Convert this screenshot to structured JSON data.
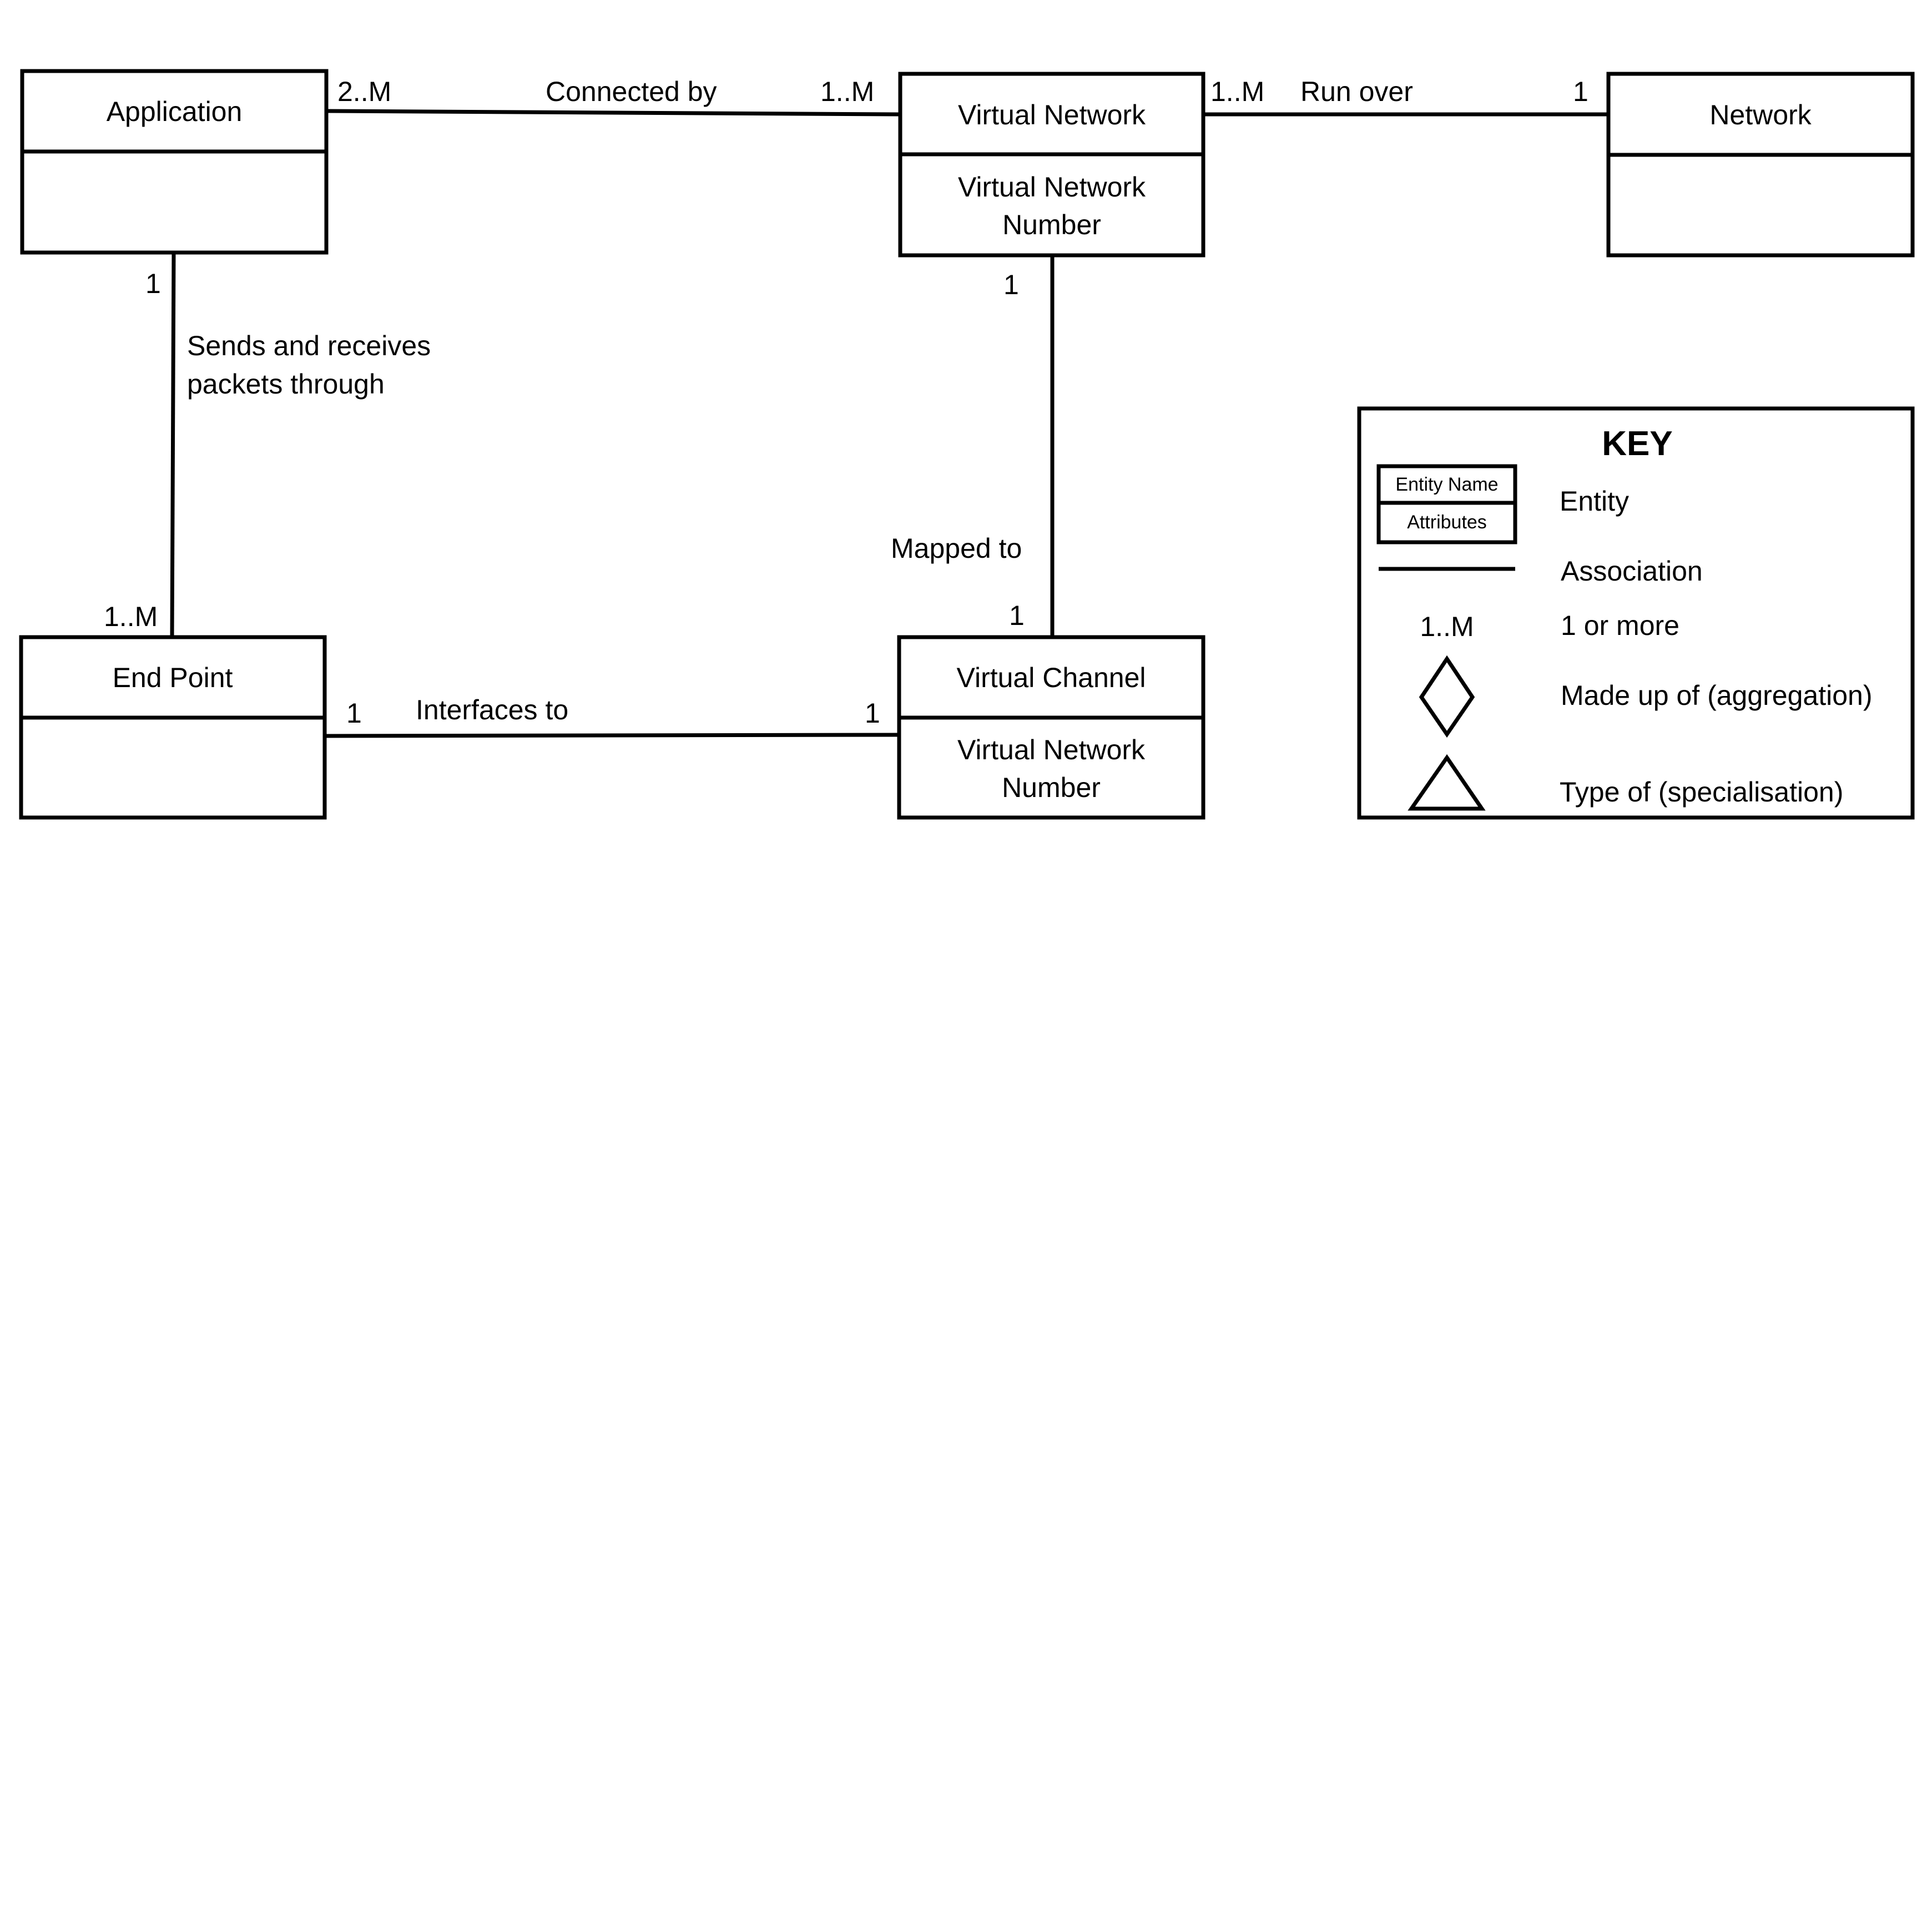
{
  "entities": {
    "application": {
      "name": "Application",
      "attributes": ""
    },
    "virtual_network": {
      "name": "Virtual Network",
      "attributes": [
        "Virtual Network",
        "Number"
      ]
    },
    "network": {
      "name": "Network",
      "attributes": ""
    },
    "end_point": {
      "name": "End Point",
      "attributes": ""
    },
    "virtual_channel": {
      "name": "Virtual Channel",
      "attributes": [
        "Virtual Network",
        "Number"
      ]
    }
  },
  "associations": {
    "app_vn": {
      "label": "Connected by",
      "from_mult": "2..M",
      "to_mult": "1..M"
    },
    "vn_net": {
      "label": "Run over",
      "from_mult": "1..M",
      "to_mult": "1"
    },
    "app_ep": {
      "label": [
        "Sends and receives",
        "packets through"
      ],
      "from_mult": "1",
      "to_mult": "1..M"
    },
    "vn_vc": {
      "label": "Mapped to",
      "from_mult": "1",
      "to_mult": "1"
    },
    "ep_vc": {
      "label": "Interfaces to",
      "from_mult": "1",
      "to_mult": "1"
    }
  },
  "key": {
    "title": "KEY",
    "sample_entity_name": "Entity Name",
    "sample_attributes": "Attributes",
    "entity": "Entity",
    "association": "Association",
    "multiplicity_symbol": "1..M",
    "multiplicity": "1 or more",
    "aggregation": "Made up of (aggregation)",
    "specialisation": "Type of (specialisation)"
  }
}
